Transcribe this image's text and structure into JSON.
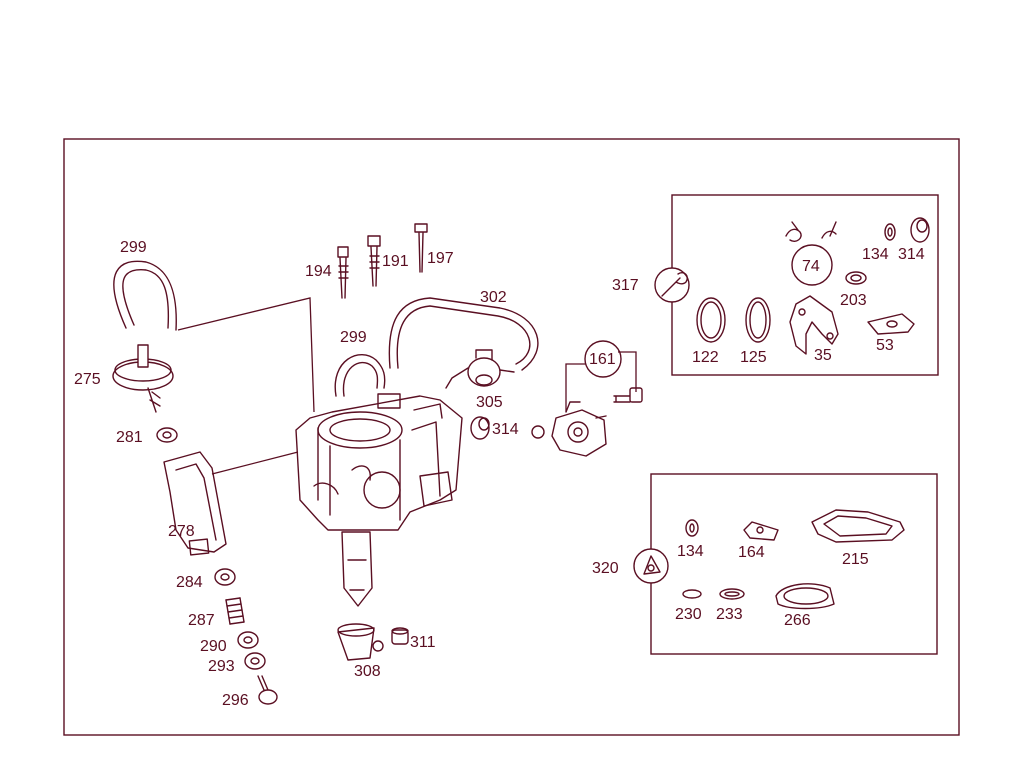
{
  "colors": {
    "ink": "#5a0f22",
    "background": "#ffffff"
  },
  "labels": {
    "p299a": "299",
    "p275": "275",
    "p281": "281",
    "p278": "278",
    "p284": "284",
    "p287": "287",
    "p290": "290",
    "p293": "293",
    "p296": "296",
    "p194": "194",
    "p191": "191",
    "p197": "197",
    "p302": "302",
    "p299b": "299",
    "p305": "305",
    "p314a": "314",
    "p161": "161",
    "p308": "308",
    "p311": "311",
    "p317": "317",
    "p74": "74",
    "p134a": "134",
    "p314b": "314",
    "p203": "203",
    "p122": "122",
    "p125": "125",
    "p35": "35",
    "p53": "53",
    "p320": "320",
    "p134b": "134",
    "p164": "164",
    "p215": "215",
    "p230": "230",
    "p233": "233",
    "p266": "266"
  },
  "kit_icons": {
    "kit_317": "wrench-icon",
    "kit_320": "gasket-set-icon"
  }
}
